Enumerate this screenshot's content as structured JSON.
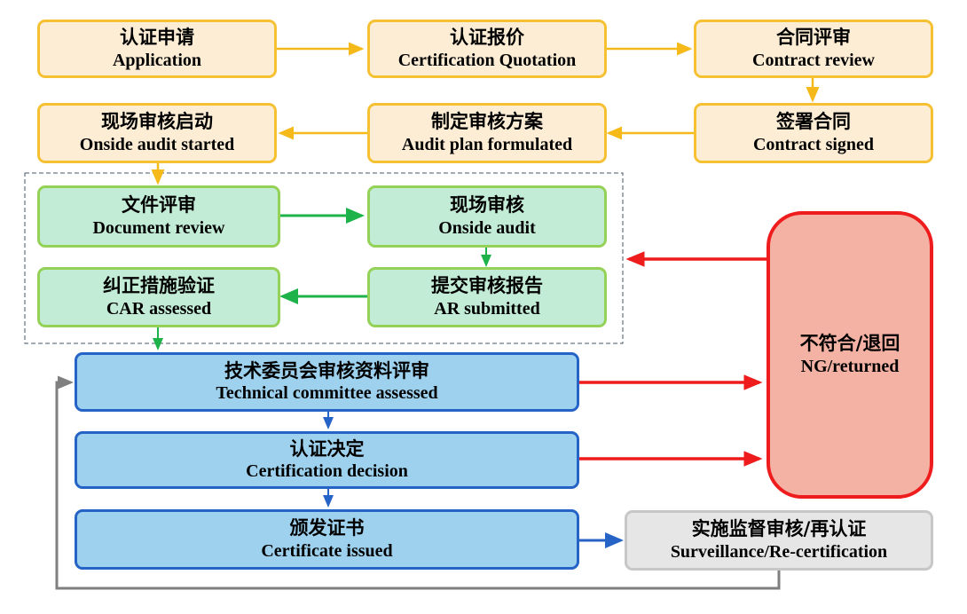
{
  "nodes": {
    "application": {
      "zh": "认证申请",
      "en": "Application"
    },
    "quotation": {
      "zh": "认证报价",
      "en": "Certification Quotation"
    },
    "contract_review": {
      "zh": "合同评审",
      "en": "Contract review"
    },
    "contract_signed": {
      "zh": "签署合同",
      "en": "Contract signed"
    },
    "audit_plan": {
      "zh": "制定审核方案",
      "en": "Audit plan formulated"
    },
    "onside_started": {
      "zh": "现场审核启动",
      "en": "Onside audit started"
    },
    "document_review": {
      "zh": "文件评审",
      "en": "Document review"
    },
    "onside_audit": {
      "zh": "现场审核",
      "en": "Onside audit"
    },
    "ar_submitted": {
      "zh": "提交审核报告",
      "en": "AR submitted"
    },
    "car_assessed": {
      "zh": "纠正措施验证",
      "en": "CAR assessed"
    },
    "technical_committee": {
      "zh": "技术委员会审核资料评审",
      "en": "Technical committee assessed"
    },
    "certification_decision": {
      "zh": "认证决定",
      "en": "Certification decision"
    },
    "certificate_issued": {
      "zh": "颁发证书",
      "en": "Certificate issued"
    },
    "surveillance": {
      "zh": "实施监督审核/再认证",
      "en": "Surveillance/Re-certification"
    },
    "ng_returned": {
      "zh": "不符合/退回",
      "en": "NG/returned"
    }
  },
  "colors": {
    "orange_arrow": "#f5b91a",
    "green_arrow": "#1db34a",
    "blue_arrow": "#2563c6",
    "red_arrow": "#ee1c1c",
    "gray_arrow": "#7f7f7f"
  }
}
